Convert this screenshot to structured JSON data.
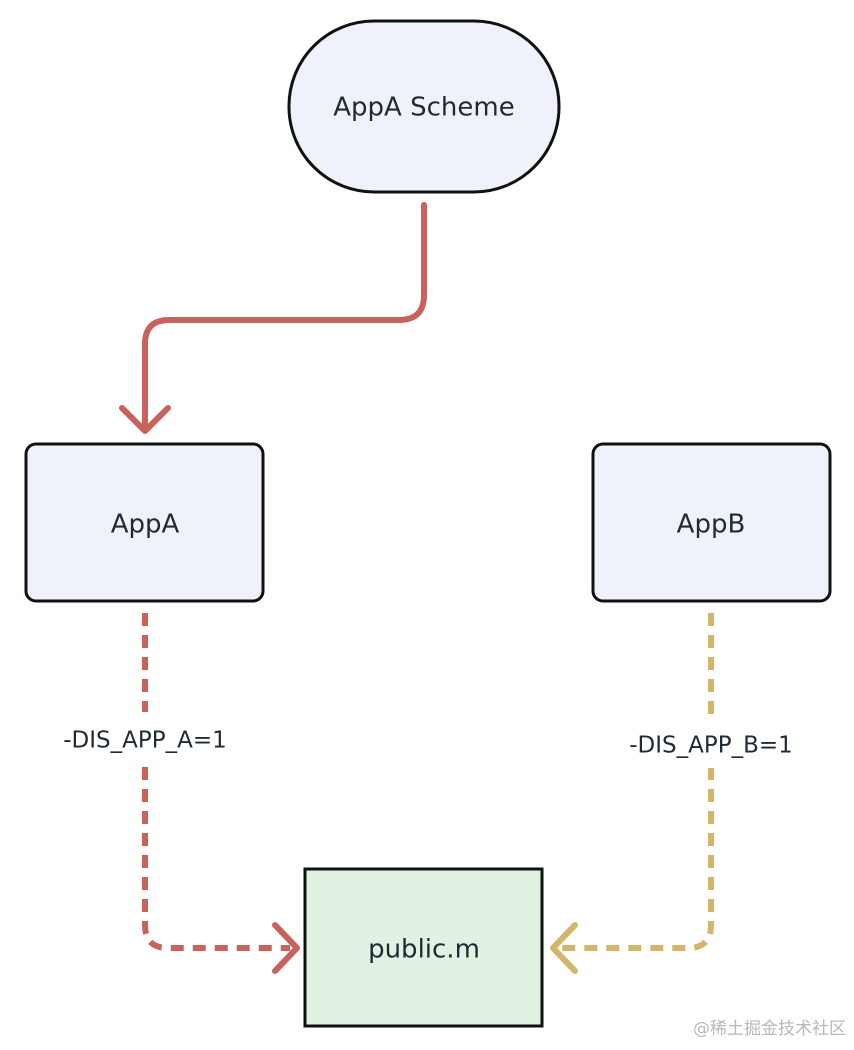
{
  "nodes": {
    "scheme": "AppA Scheme",
    "app_a": "AppA",
    "app_b": "AppB",
    "public": "public.m"
  },
  "edges": {
    "app_a_label": "-DIS_APP_A=1",
    "app_b_label": "-DIS_APP_B=1"
  },
  "watermark": "@稀土掘金技术社区",
  "colors": {
    "node_fill": "#eff2fa",
    "public_fill": "#e1f2e3",
    "stroke": "#111111",
    "red_edge": "#c9625c",
    "yellow_edge": "#d3b66a",
    "label_bg": "#ffffff"
  }
}
